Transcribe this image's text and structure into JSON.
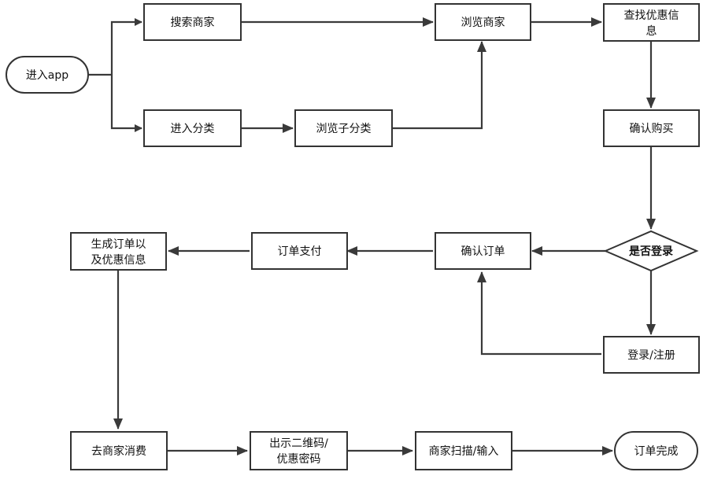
{
  "nodes": {
    "enter_app": "进入app",
    "search_merchant": "搜索商家",
    "browse_merchant": "浏览商家",
    "find_discount": [
      "查找优惠信",
      "息"
    ],
    "enter_category": "进入分类",
    "browse_subcategory": "浏览子分类",
    "confirm_purchase": "确认购买",
    "is_logged_in": "是否登录",
    "login_register": "登录/注册",
    "confirm_order": "确认订单",
    "order_payment": "订单支付",
    "generate_order": [
      "生成订单以",
      "及优惠信息"
    ],
    "go_consume": "去商家消费",
    "show_qr": [
      "出示二维码/",
      "优惠密码"
    ],
    "merchant_scan": "商家扫描/输入",
    "order_complete": "订单完成"
  },
  "colors": {
    "stroke": "#333333",
    "fill": "#ffffff",
    "arrow": "#3a3a3a",
    "text": "#111111"
  }
}
